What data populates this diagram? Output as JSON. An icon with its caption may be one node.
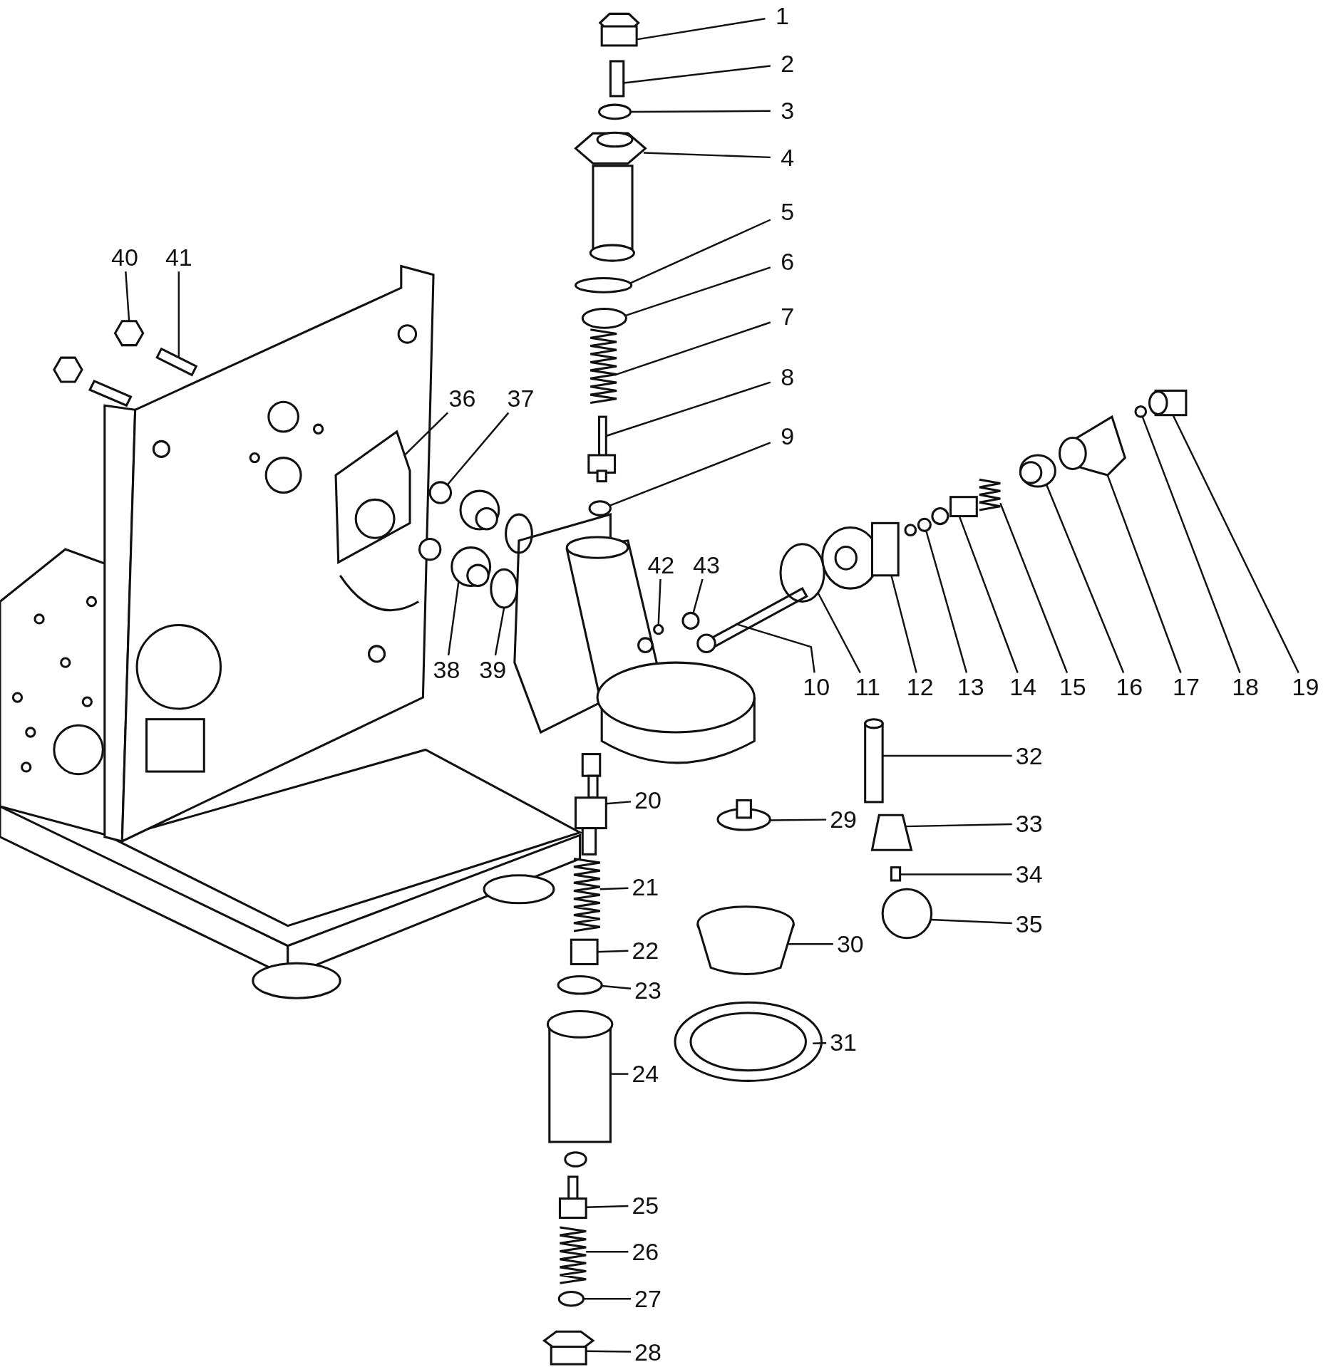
{
  "diagram": {
    "nodes": [
      {
        "text": [
          "1"
        ]
      },
      {
        "text": [
          "2"
        ]
      },
      {
        "text": [
          "3"
        ]
      },
      {
        "text": [
          "4"
        ]
      },
      {
        "text": [
          "5"
        ]
      },
      {
        "text": [
          "6"
        ]
      },
      {
        "text": [
          "7"
        ]
      },
      {
        "text": [
          "8"
        ]
      },
      {
        "text": [
          "9"
        ]
      },
      {
        "text": [
          "10"
        ]
      },
      {
        "text": [
          "11"
        ]
      },
      {
        "text": [
          "12"
        ]
      },
      {
        "text": [
          "13"
        ]
      },
      {
        "text": [
          "14"
        ]
      },
      {
        "text": [
          "15"
        ]
      },
      {
        "text": [
          "16"
        ]
      },
      {
        "text": [
          "17"
        ]
      },
      {
        "text": [
          "18"
        ]
      },
      {
        "text": [
          "19"
        ]
      },
      {
        "text": [
          "20"
        ]
      },
      {
        "text": [
          "21"
        ]
      },
      {
        "text": [
          "22"
        ]
      },
      {
        "text": [
          "23"
        ]
      },
      {
        "text": [
          "24"
        ]
      },
      {
        "text": [
          "25"
        ]
      },
      {
        "text": [
          "26"
        ]
      },
      {
        "text": [
          "27"
        ]
      },
      {
        "text": [
          "28"
        ]
      },
      {
        "text": [
          "29"
        ]
      },
      {
        "text": [
          "30"
        ]
      },
      {
        "text": [
          "31"
        ]
      },
      {
        "text": [
          "32"
        ]
      },
      {
        "text": [
          "33"
        ]
      },
      {
        "text": [
          "34"
        ]
      },
      {
        "text": [
          "35"
        ]
      },
      {
        "text": [
          "36"
        ]
      },
      {
        "text": [
          "37"
        ]
      },
      {
        "text": [
          "38"
        ]
      },
      {
        "text": [
          "39"
        ]
      },
      {
        "text": [
          "40"
        ]
      },
      {
        "text": [
          "41"
        ]
      },
      {
        "text": [
          "42"
        ]
      },
      {
        "text": [
          "43"
        ]
      },
      {
        "text": [],
        "shape": "box"
      },
      {
        "text": [],
        "shape": "box"
      },
      {
        "text": [],
        "shape": "circle"
      },
      {
        "text": [],
        "shape": "picture"
      },
      {
        "text": [],
        "shape": "circle"
      },
      {
        "text": [],
        "shape": "circle"
      },
      {
        "text": [],
        "shape": "picture"
      },
      {
        "text": [],
        "shape": "box"
      },
      {
        "text": [],
        "shape": "circle"
      },
      {
        "text": [],
        "shape": "bar"
      },
      {
        "text": [],
        "shape": "circle"
      },
      {
        "text": [],
        "shape": "picture"
      },
      {
        "text": [],
        "shape": "circle"
      },
      {
        "text": [],
        "shape": "box"
      },
      {
        "text": [],
        "shape": "picture"
      },
      {
        "text": [],
        "shape": "circle"
      },
      {
        "text": [],
        "shape": "picture"
      },
      {
        "text": [],
        "shape": "circle"
      },
      {
        "text": [],
        "shape": "box"
      },
      {
        "text": [],
        "shape": "box"
      },
      {
        "text": [],
        "shape": "picture"
      },
      {
        "text": [],
        "shape": "box"
      },
      {
        "text": [],
        "shape": "circle"
      },
      {
        "text": [],
        "shape": "box"
      },
      {
        "text": [],
        "shape": "box"
      },
      {
        "text": [],
        "shape": "picture"
      },
      {
        "text": [],
        "shape": "circle"
      },
      {
        "text": [],
        "shape": "box"
      },
      {
        "text": [],
        "shape": "circle"
      },
      {
        "text": [],
        "shape": "picture"
      },
      {
        "text": [],
        "shape": "circle"
      },
      {
        "text": [],
        "shape": "box"
      },
      {
        "text": [],
        "shape": "trapezoid"
      },
      {
        "text": [],
        "shape": "box"
      },
      {
        "text": [],
        "shape": "circle"
      },
      {
        "text": [],
        "shape": "picture"
      },
      {
        "text": [],
        "shape": "circle"
      },
      {
        "text": [],
        "shape": "circle"
      },
      {
        "text": [],
        "shape": "circle"
      },
      {
        "text": [],
        "shape": "hexagon"
      },
      {
        "text": [],
        "shape": "bar"
      },
      {
        "text": [],
        "shape": "circle"
      },
      {
        "text": [],
        "shape": "circle"
      }
    ],
    "edges": [
      {
        "from": 0,
        "to": 43,
        "arrow": "none"
      },
      {
        "from": 1,
        "to": 44,
        "arrow": "none"
      },
      {
        "from": 2,
        "to": 45,
        "arrow": "none"
      },
      {
        "from": 3,
        "to": 46,
        "arrow": "none"
      },
      {
        "from": 4,
        "to": 47,
        "arrow": "none"
      },
      {
        "from": 5,
        "to": 48,
        "arrow": "none"
      },
      {
        "from": 6,
        "to": 49,
        "arrow": "none"
      },
      {
        "from": 7,
        "to": 50,
        "arrow": "none"
      },
      {
        "from": 8,
        "to": 51,
        "arrow": "none"
      },
      {
        "from": 9,
        "to": 52,
        "arrow": "none"
      },
      {
        "from": 10,
        "to": 53,
        "arrow": "none"
      },
      {
        "from": 11,
        "to": 54,
        "arrow": "none"
      },
      {
        "from": 12,
        "to": 55,
        "arrow": "none"
      },
      {
        "from": 13,
        "to": 56,
        "arrow": "none"
      },
      {
        "from": 14,
        "to": 57,
        "arrow": "none"
      },
      {
        "from": 15,
        "to": 58,
        "arrow": "none"
      },
      {
        "from": 16,
        "to": 59,
        "arrow": "none"
      },
      {
        "from": 17,
        "to": 60,
        "arrow": "none"
      },
      {
        "from": 18,
        "to": 61,
        "arrow": "none"
      },
      {
        "from": 19,
        "to": 62,
        "arrow": "none"
      },
      {
        "from": 20,
        "to": 63,
        "arrow": "none"
      },
      {
        "from": 21,
        "to": 64,
        "arrow": "none"
      },
      {
        "from": 22,
        "to": 65,
        "arrow": "none"
      },
      {
        "from": 23,
        "to": 66,
        "arrow": "none"
      },
      {
        "from": 24,
        "to": 67,
        "arrow": "none"
      },
      {
        "from": 25,
        "to": 68,
        "arrow": "none"
      },
      {
        "from": 26,
        "to": 69,
        "arrow": "none"
      },
      {
        "from": 27,
        "to": 70,
        "arrow": "none"
      },
      {
        "from": 28,
        "to": 71,
        "arrow": "none"
      },
      {
        "from": 29,
        "to": 72,
        "arrow": "none"
      },
      {
        "from": 30,
        "to": 73,
        "arrow": "none"
      },
      {
        "from": 31,
        "to": 74,
        "arrow": "none"
      },
      {
        "from": 32,
        "to": 75,
        "arrow": "none"
      },
      {
        "from": 33,
        "to": 76,
        "arrow": "none"
      },
      {
        "from": 34,
        "to": 77,
        "arrow": "none"
      },
      {
        "from": 35,
        "to": 78,
        "arrow": "none"
      },
      {
        "from": 36,
        "to": 79,
        "arrow": "none"
      },
      {
        "from": 37,
        "to": 80,
        "arrow": "none"
      },
      {
        "from": 38,
        "to": 81,
        "arrow": "none"
      },
      {
        "from": 39,
        "to": 82,
        "arrow": "none"
      },
      {
        "from": 40,
        "to": 83,
        "arrow": "none"
      },
      {
        "from": 41,
        "to": 84,
        "arrow": "none"
      },
      {
        "from": 42,
        "to": 85,
        "arrow": "none"
      }
    ]
  }
}
